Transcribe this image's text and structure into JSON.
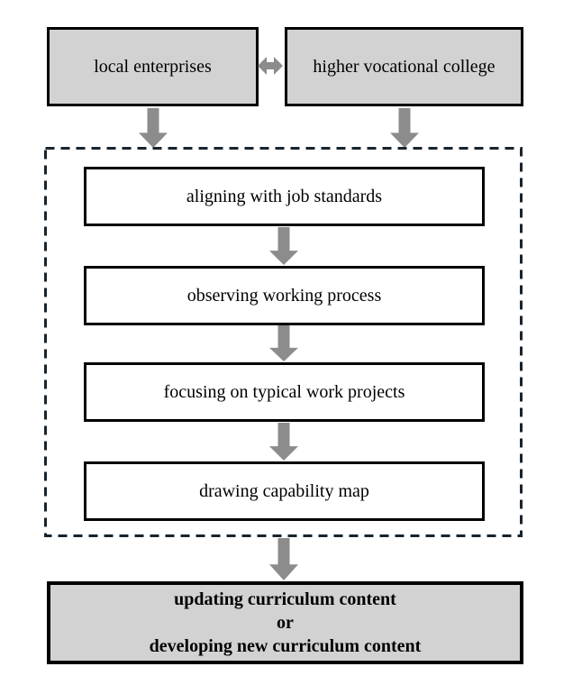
{
  "diagram": {
    "top_row": {
      "left_box": "local enterprises",
      "right_box": "higher vocational college"
    },
    "process_steps": [
      "aligning with job standards",
      "observing working process",
      "focusing on typical work projects",
      "drawing capability map"
    ],
    "outcome_box": {
      "line1": "updating curriculum content",
      "line2": "or",
      "line3": "developing new curriculum content"
    },
    "colors": {
      "box_fill": "#d2d2d2",
      "step_fill": "#ffffff",
      "box_border": "#000000",
      "arrow": "#8c8c8c",
      "dashed_border": "#17242e"
    }
  }
}
